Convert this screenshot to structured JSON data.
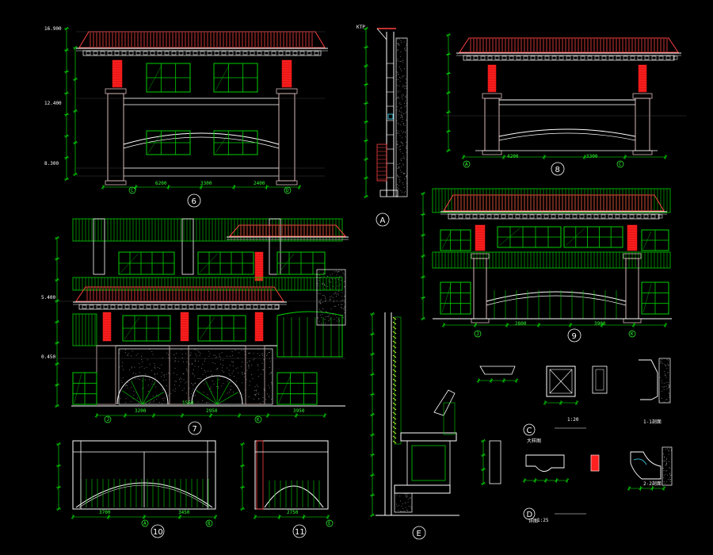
{
  "colors": {
    "background": "#000000",
    "frame": "#ffffff",
    "window": "#00d000",
    "roof": "#ff4040",
    "column": "#ff2020",
    "pier": "#d8b8b8",
    "dim": "#00ff00",
    "text": "#ffffff",
    "label_yellow": "#ffff40",
    "hatch": "#9a9a9a",
    "cyan": "#40e0ff"
  },
  "labels": {
    "v6": "6",
    "v7": "7",
    "v8": "8",
    "v9": "9",
    "v10": "10",
    "v11": "11",
    "sA": "A",
    "sC": "C",
    "sD": "D",
    "sE": "E"
  },
  "axes": {
    "c": "C",
    "d": "D",
    "j": "J",
    "k": "K",
    "a": "A",
    "b": "B",
    "e": "E"
  },
  "dims": {
    "d6a": "3300",
    "d6b": "6200",
    "d6c": "2400",
    "d7a": "3200",
    "d7b": "2950",
    "d7c": "1560",
    "d7d": "3950",
    "d8a": "4200",
    "d8b": "3300",
    "d9a": "2800",
    "d9b": "3900",
    "d10a": "3700",
    "d10b": "3450",
    "d11a": "2750",
    "lv1": "16.900",
    "lv2": "12.400",
    "lv3": "8.300",
    "lv4": "5.400",
    "lv5": "0.450",
    "det1": "1:20",
    "det2": "1:25"
  },
  "notes": {
    "n1": "KTP",
    "n2": "1-1剖面",
    "n3": "2-2剖面",
    "n4": "大样图",
    "n5": "详图"
  }
}
